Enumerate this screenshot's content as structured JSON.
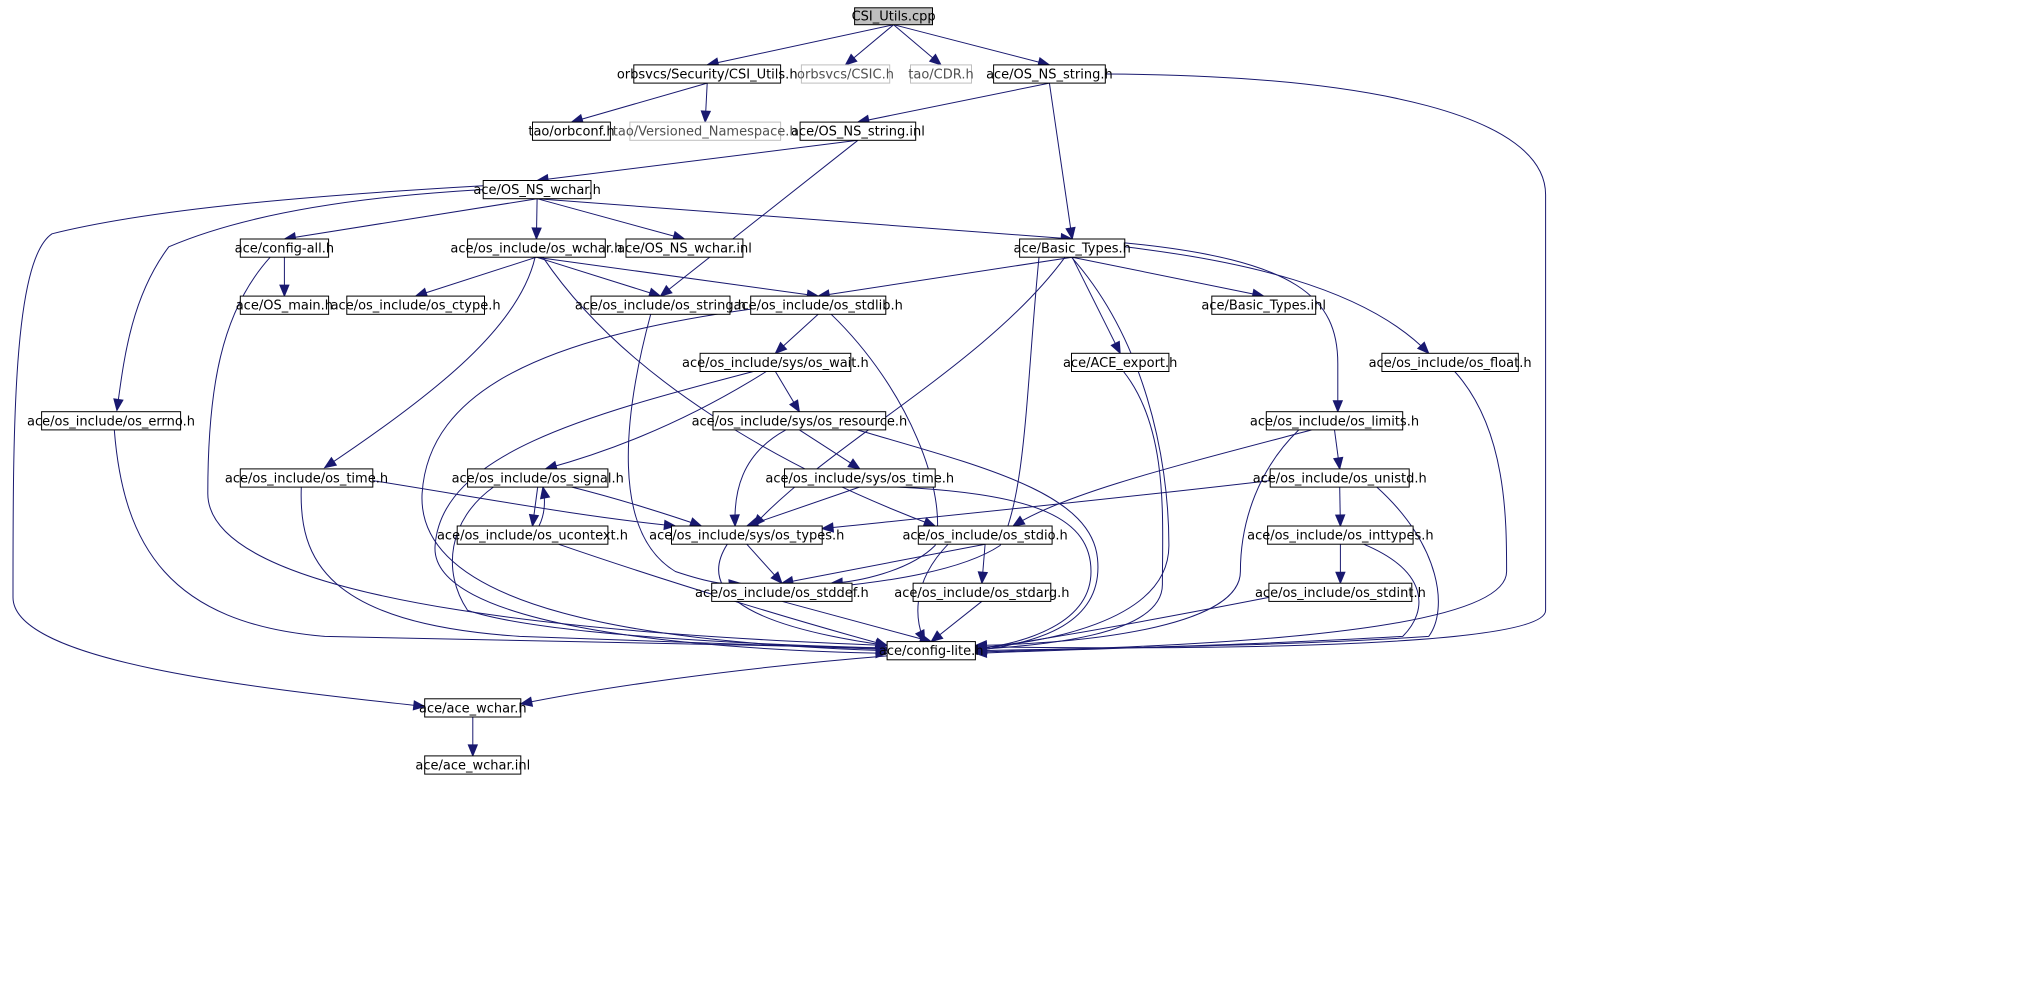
{
  "diagram": {
    "nodes": [
      {
        "id": "csi_utils_cpp",
        "label": "CSI_Utils.cpp",
        "style": "root"
      },
      {
        "id": "security_csi_utils_h",
        "label": "orbsvcs/Security/CSI_Utils.h",
        "style": "normal"
      },
      {
        "id": "csic_h",
        "label": "orbsvcs/CSIC.h",
        "style": "ghost"
      },
      {
        "id": "tao_cdr_h",
        "label": "tao/CDR.h",
        "style": "ghost"
      },
      {
        "id": "os_ns_string_h",
        "label": "ace/OS_NS_string.h",
        "style": "normal"
      },
      {
        "id": "tao_orbconf_h",
        "label": "tao/orbconf.h",
        "style": "normal"
      },
      {
        "id": "versioned_namespace_h",
        "label": "tao/Versioned_Namespace.h",
        "style": "ghost"
      },
      {
        "id": "os_ns_string_inl",
        "label": "ace/OS_NS_string.inl",
        "style": "normal"
      },
      {
        "id": "os_ns_wchar_h",
        "label": "ace/OS_NS_wchar.h",
        "style": "normal"
      },
      {
        "id": "config_all_h",
        "label": "ace/config-all.h",
        "style": "normal"
      },
      {
        "id": "os_include_os_wchar_h",
        "label": "ace/os_include/os_wchar.h",
        "style": "normal"
      },
      {
        "id": "os_ns_wchar_inl",
        "label": "ace/OS_NS_wchar.inl",
        "style": "normal"
      },
      {
        "id": "basic_types_h",
        "label": "ace/Basic_Types.h",
        "style": "normal"
      },
      {
        "id": "os_main_h",
        "label": "ace/OS_main.h",
        "style": "normal"
      },
      {
        "id": "os_ctype_h",
        "label": "ace/os_include/os_ctype.h",
        "style": "normal"
      },
      {
        "id": "os_string_h",
        "label": "ace/os_include/os_string.h",
        "style": "normal"
      },
      {
        "id": "os_stdlib_h",
        "label": "ace/os_include/os_stdlib.h",
        "style": "normal"
      },
      {
        "id": "basic_types_inl",
        "label": "ace/Basic_Types.inl",
        "style": "normal"
      },
      {
        "id": "sys_os_wait_h",
        "label": "ace/os_include/sys/os_wait.h",
        "style": "normal"
      },
      {
        "id": "ace_export_h",
        "label": "ace/ACE_export.h",
        "style": "normal"
      },
      {
        "id": "os_float_h",
        "label": "ace/os_include/os_float.h",
        "style": "normal"
      },
      {
        "id": "os_errno_h",
        "label": "ace/os_include/os_errno.h",
        "style": "normal"
      },
      {
        "id": "sys_os_resource_h",
        "label": "ace/os_include/sys/os_resource.h",
        "style": "normal"
      },
      {
        "id": "os_limits_h",
        "label": "ace/os_include/os_limits.h",
        "style": "normal"
      },
      {
        "id": "os_time_h",
        "label": "ace/os_include/os_time.h",
        "style": "normal"
      },
      {
        "id": "os_signal_h",
        "label": "ace/os_include/os_signal.h",
        "style": "normal"
      },
      {
        "id": "sys_os_time_h",
        "label": "ace/os_include/sys/os_time.h",
        "style": "normal"
      },
      {
        "id": "os_unistd_h",
        "label": "ace/os_include/os_unistd.h",
        "style": "normal"
      },
      {
        "id": "os_ucontext_h",
        "label": "ace/os_include/os_ucontext.h",
        "style": "normal"
      },
      {
        "id": "sys_os_types_h",
        "label": "ace/os_include/sys/os_types.h",
        "style": "normal"
      },
      {
        "id": "os_stdio_h",
        "label": "ace/os_include/os_stdio.h",
        "style": "normal"
      },
      {
        "id": "os_inttypes_h",
        "label": "ace/os_include/os_inttypes.h",
        "style": "normal"
      },
      {
        "id": "os_stddef_h",
        "label": "ace/os_include/os_stddef.h",
        "style": "normal"
      },
      {
        "id": "os_stdarg_h",
        "label": "ace/os_include/os_stdarg.h",
        "style": "normal"
      },
      {
        "id": "os_stdint_h",
        "label": "ace/os_include/os_stdint.h",
        "style": "normal"
      },
      {
        "id": "config_lite_h",
        "label": "ace/config-lite.h",
        "style": "normal"
      },
      {
        "id": "ace_wchar_h",
        "label": "ace/ace_wchar.h",
        "style": "normal"
      },
      {
        "id": "ace_wchar_inl",
        "label": "ace/ace_wchar.inl",
        "style": "normal"
      }
    ],
    "edges": [
      [
        "csi_utils_cpp",
        "security_csi_utils_h"
      ],
      [
        "csi_utils_cpp",
        "csic_h"
      ],
      [
        "csi_utils_cpp",
        "tao_cdr_h"
      ],
      [
        "csi_utils_cpp",
        "os_ns_string_h"
      ],
      [
        "security_csi_utils_h",
        "tao_orbconf_h"
      ],
      [
        "security_csi_utils_h",
        "versioned_namespace_h"
      ],
      [
        "os_ns_string_h",
        "os_ns_string_inl"
      ],
      [
        "os_ns_string_h",
        "basic_types_h"
      ],
      [
        "os_ns_string_h",
        "config_lite_h"
      ],
      [
        "os_ns_string_inl",
        "os_ns_wchar_h"
      ],
      [
        "os_ns_string_inl",
        "os_string_h"
      ],
      [
        "os_ns_wchar_h",
        "config_all_h"
      ],
      [
        "os_ns_wchar_h",
        "os_include_os_wchar_h"
      ],
      [
        "os_ns_wchar_h",
        "os_ns_wchar_inl"
      ],
      [
        "os_ns_wchar_h",
        "basic_types_h"
      ],
      [
        "os_ns_wchar_h",
        "os_errno_h"
      ],
      [
        "os_ns_wchar_h",
        "ace_wchar_h"
      ],
      [
        "config_all_h",
        "os_main_h"
      ],
      [
        "config_all_h",
        "config_lite_h"
      ],
      [
        "os_include_os_wchar_h",
        "os_ctype_h"
      ],
      [
        "os_include_os_wchar_h",
        "os_string_h"
      ],
      [
        "os_include_os_wchar_h",
        "os_stdlib_h"
      ],
      [
        "os_include_os_wchar_h",
        "os_time_h"
      ],
      [
        "os_include_os_wchar_h",
        "os_stdio_h"
      ],
      [
        "basic_types_h",
        "os_stdlib_h"
      ],
      [
        "basic_types_h",
        "basic_types_inl"
      ],
      [
        "basic_types_h",
        "ace_export_h"
      ],
      [
        "basic_types_h",
        "os_float_h"
      ],
      [
        "basic_types_h",
        "os_limits_h"
      ],
      [
        "basic_types_h",
        "sys_os_types_h"
      ],
      [
        "basic_types_h",
        "os_stddef_h"
      ],
      [
        "basic_types_h",
        "config_lite_h"
      ],
      [
        "os_string_h",
        "os_stddef_h"
      ],
      [
        "os_stdlib_h",
        "sys_os_wait_h"
      ],
      [
        "os_stdlib_h",
        "os_stddef_h"
      ],
      [
        "os_stdlib_h",
        "config_lite_h"
      ],
      [
        "sys_os_wait_h",
        "sys_os_resource_h"
      ],
      [
        "sys_os_wait_h",
        "os_signal_h"
      ],
      [
        "sys_os_wait_h",
        "config_lite_h"
      ],
      [
        "sys_os_resource_h",
        "sys_os_time_h"
      ],
      [
        "sys_os_resource_h",
        "sys_os_types_h"
      ],
      [
        "sys_os_resource_h",
        "config_lite_h"
      ],
      [
        "ace_export_h",
        "config_lite_h"
      ],
      [
        "os_float_h",
        "config_lite_h"
      ],
      [
        "os_errno_h",
        "config_lite_h"
      ],
      [
        "os_limits_h",
        "os_unistd_h"
      ],
      [
        "os_limits_h",
        "os_stdio_h"
      ],
      [
        "os_limits_h",
        "config_lite_h"
      ],
      [
        "os_time_h",
        "sys_os_types_h"
      ],
      [
        "os_time_h",
        "config_lite_h"
      ],
      [
        "os_signal_h",
        "os_ucontext_h"
      ],
      [
        "os_signal_h",
        "sys_os_types_h"
      ],
      [
        "os_signal_h",
        "config_lite_h"
      ],
      [
        "os_ucontext_h",
        "os_signal_h"
      ],
      [
        "os_ucontext_h",
        "config_lite_h"
      ],
      [
        "sys_os_time_h",
        "sys_os_types_h"
      ],
      [
        "sys_os_time_h",
        "config_lite_h"
      ],
      [
        "os_unistd_h",
        "sys_os_types_h"
      ],
      [
        "os_unistd_h",
        "os_inttypes_h"
      ],
      [
        "os_unistd_h",
        "config_lite_h"
      ],
      [
        "sys_os_types_h",
        "os_stddef_h"
      ],
      [
        "sys_os_types_h",
        "config_lite_h"
      ],
      [
        "os_stdio_h",
        "os_stddef_h"
      ],
      [
        "os_stdio_h",
        "os_stdarg_h"
      ],
      [
        "os_stdio_h",
        "config_lite_h"
      ],
      [
        "os_inttypes_h",
        "os_stdint_h"
      ],
      [
        "os_inttypes_h",
        "config_lite_h"
      ],
      [
        "os_stddef_h",
        "config_lite_h"
      ],
      [
        "os_stdarg_h",
        "config_lite_h"
      ],
      [
        "os_stdint_h",
        "config_lite_h"
      ],
      [
        "config_lite_h",
        "ace_wchar_h"
      ],
      [
        "ace_wchar_h",
        "ace_wchar_inl"
      ]
    ]
  }
}
